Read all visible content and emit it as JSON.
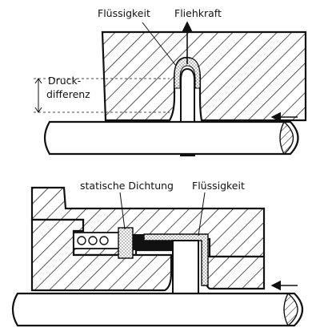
{
  "figure_top": {
    "label_fluid": "Flüssigkeit",
    "label_force": "Fliehkraft",
    "label_pressure_line1": "Druck-",
    "label_pressure_line2": "differenz"
  },
  "figure_bottom": {
    "label_static_seal": "statische Dichtung",
    "label_fluid": "Flüssigkeit"
  }
}
